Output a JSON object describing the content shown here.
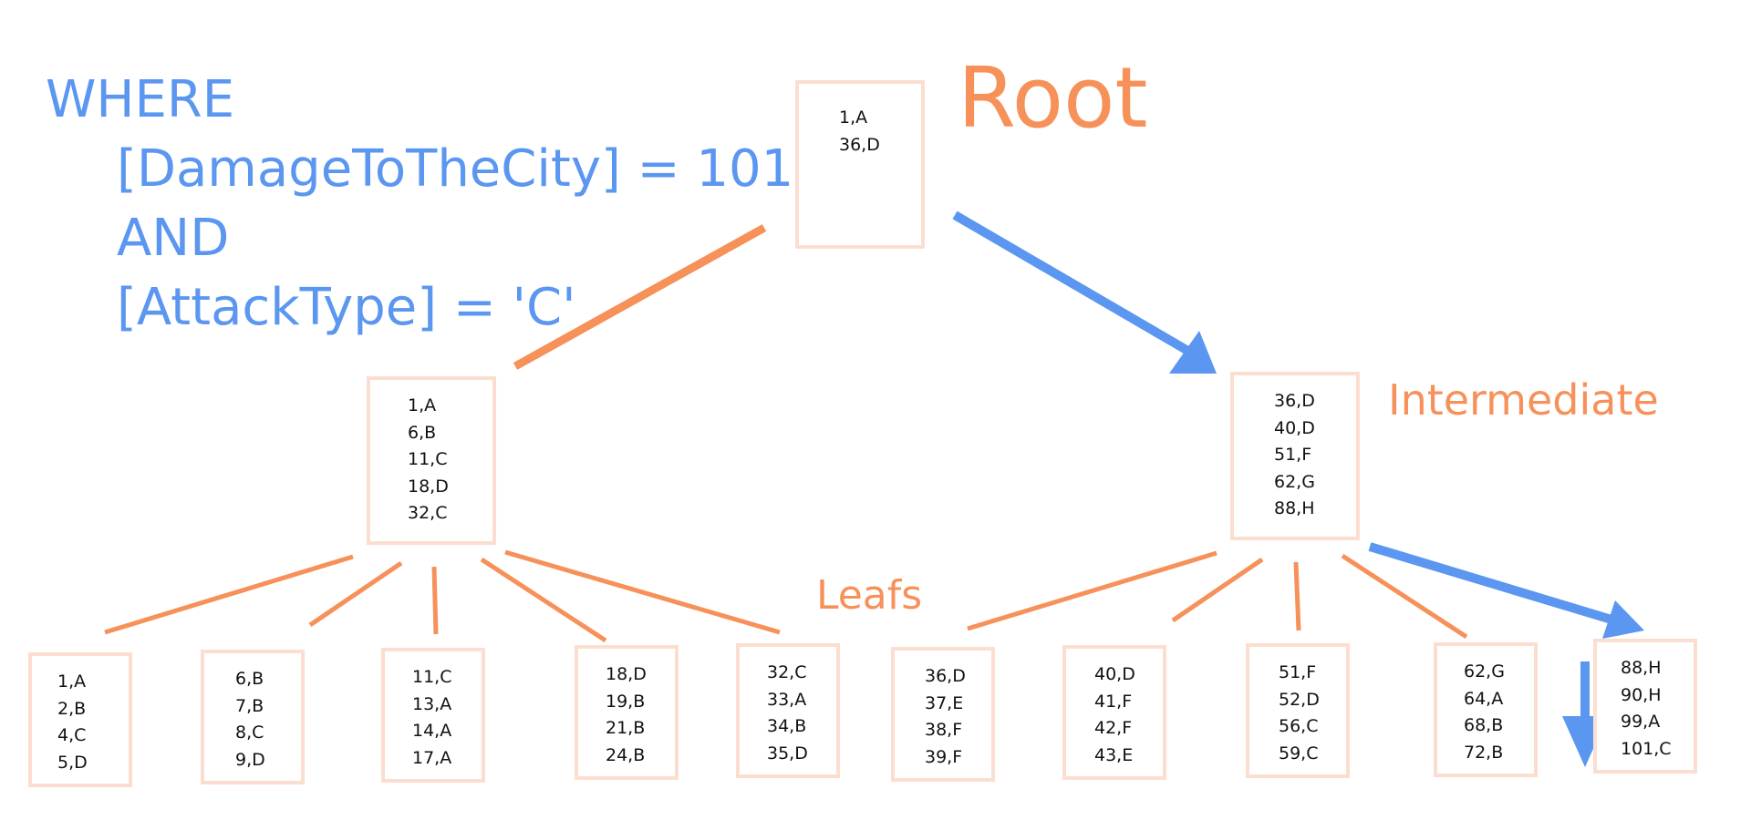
{
  "colors": {
    "query_text": "#5b96f0",
    "label_text": "#f7915a",
    "orange_line": "#f7915a",
    "blue_arrow": "#5b96f0",
    "node_border": "#fcded0"
  },
  "query": {
    "lines": [
      "WHERE",
      "[DamageToTheCity] = 101",
      "AND",
      "[AttackType] = 'C'"
    ]
  },
  "labels": {
    "root": "Root",
    "intermediate": "Intermediate",
    "leafs": "Leafs"
  },
  "nodes": {
    "root": [
      "1,A",
      "36,D"
    ],
    "intermediate": [
      [
        "1,A",
        "6,B",
        "11,C",
        "18,D",
        "32,C"
      ],
      [
        "36,D",
        "40,D",
        "51,F",
        "62,G",
        "88,H"
      ]
    ],
    "leaves": [
      [
        "1,A",
        "2,B",
        "4,C",
        "5,D"
      ],
      [
        "6,B",
        "7,B",
        "8,C",
        "9,D"
      ],
      [
        "11,C",
        "13,A",
        "14,A",
        "17,A"
      ],
      [
        "18,D",
        "19,B",
        "21,B",
        "24,B"
      ],
      [
        "32,C",
        "33,A",
        "34,B",
        "35,D"
      ],
      [
        "36,D",
        "37,E",
        "38,F",
        "39,F"
      ],
      [
        "40,D",
        "41,F",
        "42,F",
        "43,E"
      ],
      [
        "51,F",
        "52,D",
        "56,C",
        "59,C"
      ],
      [
        "62,G",
        "64,A",
        "68,B",
        "72,B"
      ],
      [
        "88,H",
        "90,H",
        "99,A",
        "101,C"
      ]
    ]
  }
}
